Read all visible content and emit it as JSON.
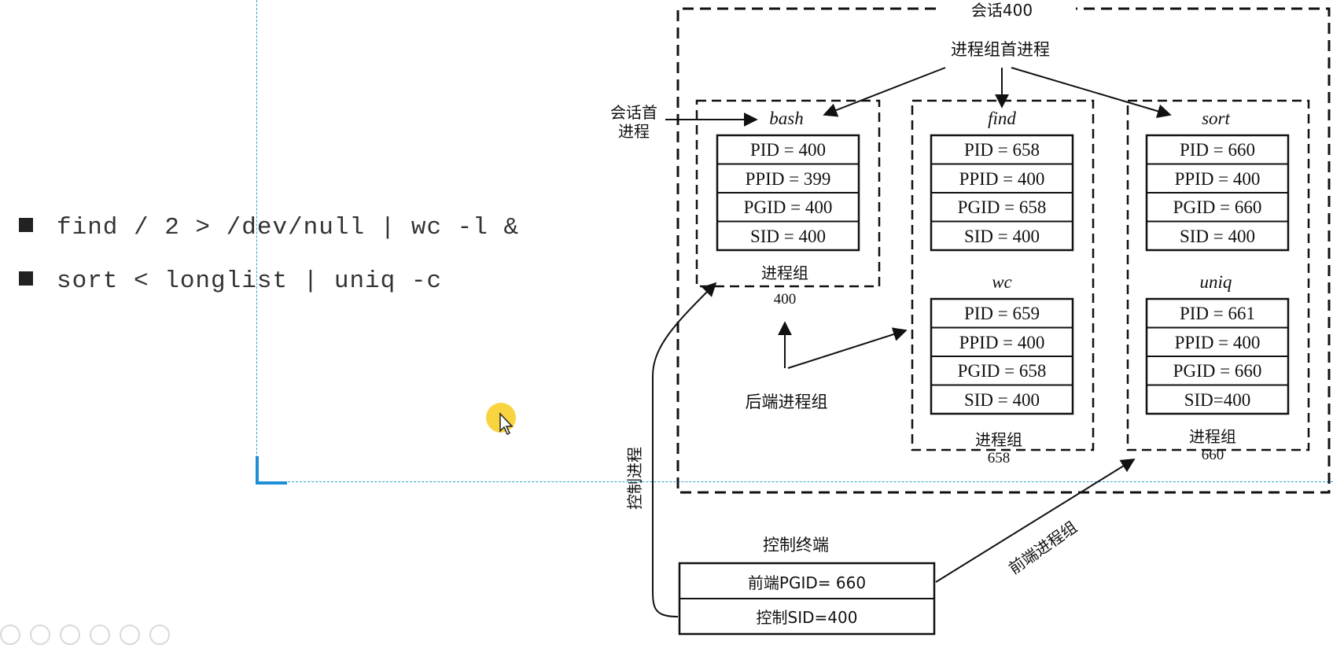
{
  "commands": [
    "find / 2 > /dev/null | wc -l &",
    "sort < longlist | uniq -c"
  ],
  "diagram": {
    "session_label": "会话400",
    "group_leader_label": "进程组首进程",
    "session_leader_label_1": "会话首",
    "session_leader_label_2": "进程",
    "background_group_label": "后端进程组",
    "control_process_label": "控制进程",
    "foreground_group_label": "前端进程组",
    "terminal": {
      "title": "控制终端",
      "fg_pgid": "前端PGID=  660",
      "ctrl_sid": "控制SID=400"
    },
    "groups": [
      {
        "label": "进程组",
        "id_text": "400",
        "processes": [
          {
            "name": "bash",
            "fields": [
              "PID = 400",
              "PPID = 399",
              "PGID = 400",
              "SID = 400"
            ]
          }
        ]
      },
      {
        "label": "进程组",
        "id_text": "658",
        "processes": [
          {
            "name": "find",
            "fields": [
              "PID = 658",
              "PPID = 400",
              "PGID = 658",
              "SID = 400"
            ]
          },
          {
            "name": "wc",
            "fields": [
              "PID = 659",
              "PPID = 400",
              "PGID = 658",
              "SID = 400"
            ]
          }
        ]
      },
      {
        "label": "进程组",
        "id_text": "660",
        "processes": [
          {
            "name": "sort",
            "fields": [
              "PID = 660",
              "PPID = 400",
              "PGID = 660",
              "SID = 400"
            ]
          },
          {
            "name": "uniq",
            "fields": [
              "PID = 661",
              "PPID = 400",
              "PGID = 660",
              "SID=400"
            ]
          }
        ]
      }
    ]
  },
  "icons": {
    "cursor": "mouse-pointer-icon",
    "toolbar": [
      "nav-back-icon",
      "nav-forward-icon",
      "pen-icon",
      "slides-icon",
      "zoom-icon",
      "more-icon"
    ]
  },
  "colors": {
    "selection": "#2aa0dc",
    "cursor_highlight": "#f6cd1e"
  }
}
